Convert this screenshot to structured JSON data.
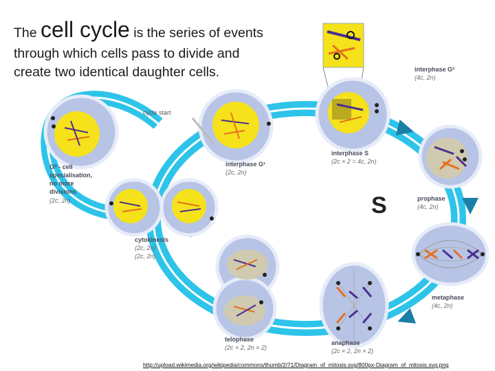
{
  "headline": {
    "pre": "The",
    "term": "cell cycle",
    "post": "is the series of events",
    "line2": "through which cells pass to divide and",
    "line3": "create two identical daughter cells."
  },
  "diagram": {
    "cycle_start": "cycle start",
    "g0": {
      "title_lines": [
        "G⁰ - cell",
        "specialisation,",
        "no more",
        "divisions"
      ],
      "content": "(2c, 2n)"
    },
    "g1": {
      "title": "interphase G¹",
      "content": "(2c, 2n)"
    },
    "g2": {
      "title": "interphase G²",
      "content": "(4c, 2n)"
    },
    "s": {
      "title": "interphase S",
      "content": "(2c × 2 = 4c, 2n)"
    },
    "prophase": {
      "title": "prophase",
      "content": "(4c, 2n)"
    },
    "metaphase": {
      "title": "metaphase",
      "content": "(4c, 2n)"
    },
    "anaphase": {
      "title": "anaphase",
      "content": "(2c × 2, 2n × 2)"
    },
    "telophase": {
      "title": "telophase",
      "content": "(2c × 2, 2n × 2)"
    },
    "cytokinesis": {
      "title": "cytokinesis",
      "content_a": "(2c, 2n)",
      "content_b": "(2c, 2n)"
    },
    "center_glyph": "S"
  },
  "source_url": "http://upload.wikimedia.org/wikipedia/commons/thumb/2/71/Diagram_of_mitosis.svg/800px-Diagram_of_mitosis.svg.png",
  "colors": {
    "band": "#2ec4ea",
    "cell_fill": "#b7c4e6",
    "cell_ring": "#e6ecf8",
    "nucleus_yellow": "#f5e21a",
    "nucleus_beige": "#cfcab0",
    "chromo_purple": "#4a2f8f",
    "chromo_orange": "#e6701e"
  }
}
